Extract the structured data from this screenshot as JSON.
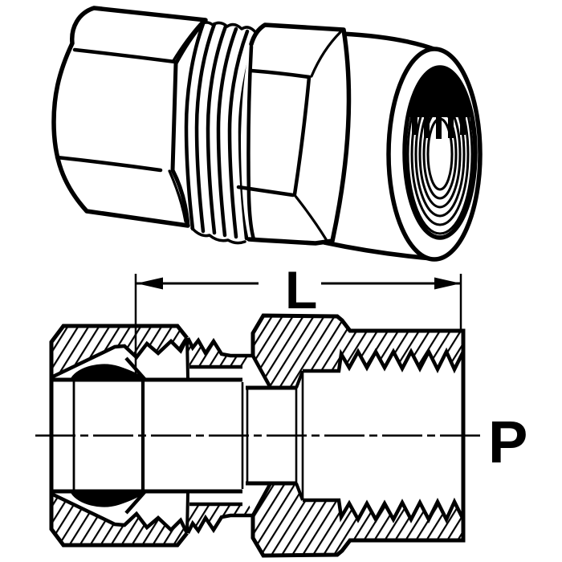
{
  "drawing": {
    "type": "technical-line-drawing",
    "subject": "tube compression fitting, female connector adapter",
    "views": {
      "isometric": "3D view: compression nut, exposed male threads, hex body, cylindrical end with internal pipe threads",
      "section": "full cross-section with hatched walls, ferrule seals and internal threads"
    },
    "labels": {
      "length_dimension": "L",
      "pipe_thread": "P"
    },
    "colors": {
      "line": "#000000",
      "background": "#ffffff"
    }
  }
}
